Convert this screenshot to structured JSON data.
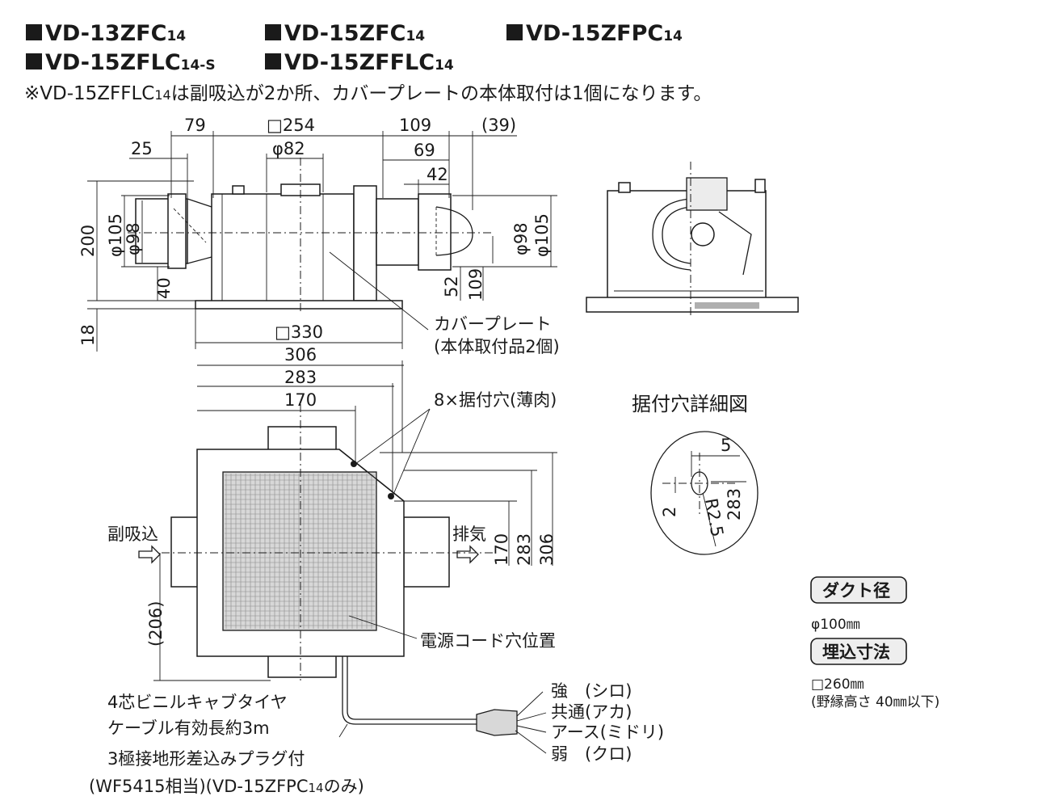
{
  "models": {
    "m1": {
      "name": "VD-13ZFC",
      "suffix": "14"
    },
    "m2": {
      "name": "VD-15ZFC",
      "suffix": "14"
    },
    "m3": {
      "name": "VD-15ZFPC",
      "suffix": "14"
    },
    "m4": {
      "name": "VD-15ZFLC",
      "suffix": "14-S"
    },
    "m5": {
      "name": "VD-15ZFFLC",
      "suffix": "14"
    }
  },
  "note": {
    "pre": "※VD-15ZFFLC",
    "sub": "14",
    "post": "は副吸込が2か所、カバープレートの本体取付は1個になります。"
  },
  "front_view": {
    "dims": {
      "d79": "79",
      "d254": "□254",
      "d109": "109",
      "d39": "(39)",
      "d25": "25",
      "d82": "φ82",
      "d69": "69",
      "d42": "42",
      "d200": "200",
      "d105l": "φ105",
      "d98l": "φ98",
      "d40": "40",
      "d18": "18",
      "d98r": "φ98",
      "d105r": "φ105",
      "d52": "52",
      "d109v": "109",
      "d330": "□330"
    },
    "cover_plate_label": "カバープレート",
    "cover_plate_sub": "(本体取付品2個)"
  },
  "top_view": {
    "dims": {
      "d306": "306",
      "d283": "283",
      "d170": "170",
      "v170": "170",
      "v283": "283",
      "v306": "306",
      "v206": "(206)"
    },
    "mount_holes": "8×据付穴(薄肉)",
    "aux_intake": "副吸込",
    "exhaust": "排気",
    "power_cord_hole": "電源コード穴位置",
    "cable_line1": "4芯ビニルキャブタイヤ",
    "cable_line2": "ケーブル有効長約3m",
    "plug_line1": "3極接地形差込みプラグ付",
    "plug_line2_a": "(WF5415相当)(VD-15ZFPC",
    "plug_line2_sub": "14",
    "plug_line2_b": "のみ)"
  },
  "wires": {
    "strong": "強　(シロ)",
    "common": "共通(アカ)",
    "earth": "アース(ミドリ)",
    "weak": "弱　(クロ)"
  },
  "detail": {
    "title": "据付穴詳細図",
    "d5": "5",
    "d2": "2",
    "r25": "R2.5",
    "d283": "283"
  },
  "specs": {
    "duct_label": "ダクト径",
    "duct_value": "φ100㎜",
    "embed_label": "埋込寸法",
    "embed_value": "□260㎜",
    "embed_note": "(野縁高さ 40㎜以下)"
  }
}
